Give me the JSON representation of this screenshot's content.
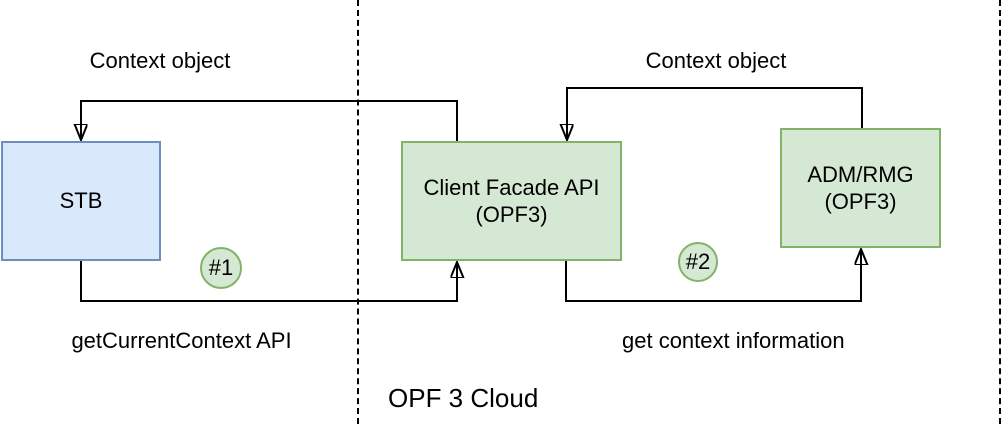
{
  "diagram": {
    "type": "flow-diagram",
    "background": "#ffffff",
    "nodes": {
      "stb": {
        "label": "STB",
        "fill": "#dae8fc",
        "border": "#6c8ebf"
      },
      "client_facade": {
        "line1": "Client Facade API",
        "line2": "(OPF3)",
        "fill": "#d5e8d4",
        "border": "#82b366"
      },
      "adm_rmg": {
        "line1": "ADM/RMG",
        "line2": "(OPF3)",
        "fill": "#d5e8d4",
        "border": "#82b366"
      }
    },
    "edge_labels": {
      "context_object_left": "Context object",
      "context_object_right": "Context object",
      "get_current_context": "getCurrentContext API",
      "get_context_information": "get context information"
    },
    "badges": {
      "step1": "#1",
      "step2": "#2"
    },
    "region_label": "OPF 3 Cloud",
    "colors": {
      "blue_fill": "#dae8fc",
      "blue_border": "#6c8ebf",
      "green_fill": "#d5e8d4",
      "green_border": "#82b366",
      "line": "#000000"
    }
  }
}
